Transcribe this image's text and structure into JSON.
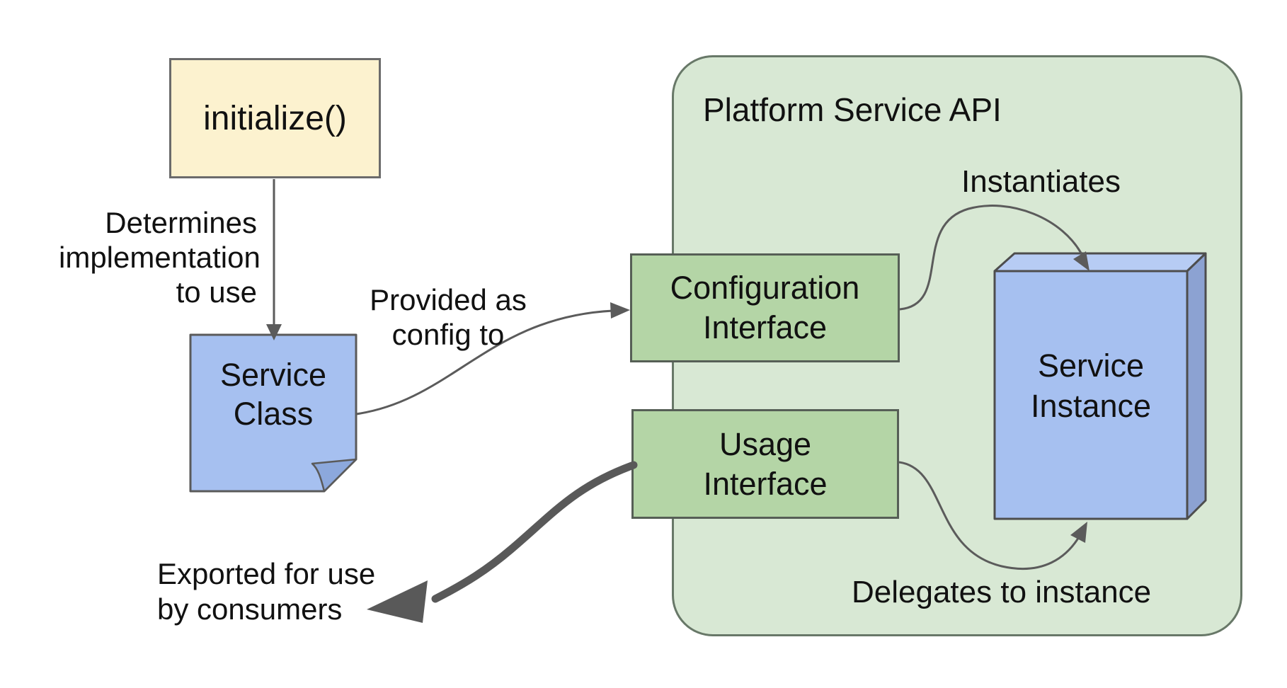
{
  "diagram": {
    "kind": "software-architecture-diagram",
    "background": "#ffffff"
  },
  "nodes": {
    "initialize": {
      "label": "initialize()",
      "fill": "#fcf2cf",
      "shape": "rectangle"
    },
    "service_class": {
      "lines": [
        "Service",
        "Class"
      ],
      "fill": "#a6c0f0",
      "shape": "note"
    },
    "platform_container": {
      "title": "Platform Service API",
      "fill": "#d8e8d4",
      "shape": "rounded-rectangle"
    },
    "configuration_interface": {
      "lines": [
        "Configuration",
        "Interface"
      ],
      "fill": "#b4d5a6",
      "shape": "rectangle"
    },
    "usage_interface": {
      "lines": [
        "Usage",
        "Interface"
      ],
      "fill": "#b4d5a6",
      "shape": "rectangle"
    },
    "service_instance": {
      "lines": [
        "Service",
        "Instance"
      ],
      "fill": "#a6c0f0",
      "shape": "cube-3d"
    }
  },
  "annotations": {
    "determines": {
      "lines": [
        "Determines",
        "implementation",
        "to use"
      ]
    },
    "provided": {
      "lines": [
        "Provided as",
        "config to"
      ]
    },
    "instantiates": {
      "label": "Instantiates"
    },
    "delegates": {
      "label": "Delegates to instance"
    },
    "exported": {
      "lines": [
        "Exported for use",
        "by consumers"
      ]
    }
  },
  "edges": {
    "initialize_to_service_class": {
      "from": "initialize",
      "to": "service_class",
      "style": "thin-arrow"
    },
    "service_class_to_configuration": {
      "from": "service_class",
      "to": "configuration_interface",
      "style": "thin-curved-arrow"
    },
    "configuration_to_instance": {
      "from": "configuration_interface",
      "to": "service_instance",
      "style": "thin-curved-arrow"
    },
    "usage_to_instance": {
      "from": "usage_interface",
      "to": "service_instance",
      "style": "thin-curved-arrow"
    },
    "usage_to_consumers": {
      "from": "usage_interface",
      "to": "exported",
      "style": "thick-curved-arrow"
    }
  },
  "colors": {
    "connector_stroke": "#5b5b5b",
    "thick_arrow": "#595959",
    "box_border": "#5f5f5f",
    "container_fill": "#d8e8d4",
    "interface_fill": "#b4d5a6",
    "note_fill": "#a6c0f0",
    "note_fold": "#8ca8dc",
    "cube_front": "#a6c0f0",
    "cube_top": "#b7ccf4",
    "cube_side": "#8ca2d2",
    "yellow_fill": "#fcf2cf"
  }
}
